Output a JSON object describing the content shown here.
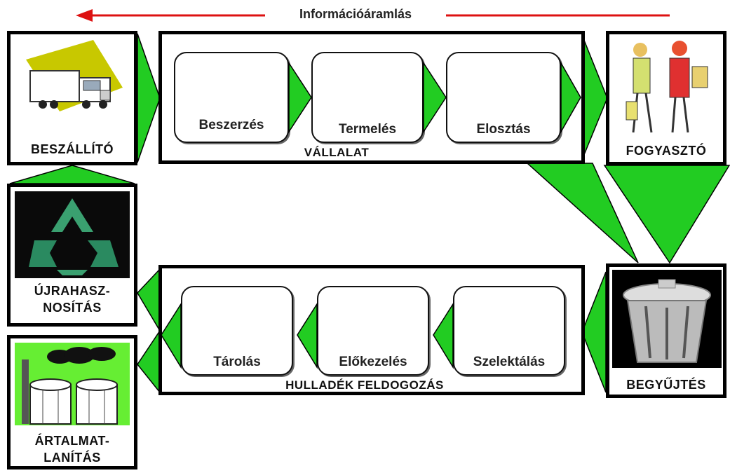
{
  "diagram": {
    "info_flow_label": "Információáramlás",
    "nodes": {
      "supplier": "BESZÁLLÍTÓ",
      "consumer": "FOGYASZTÓ",
      "reuse": "ÚJRAHASZ-\nNOSÍTÁS",
      "disposal": "ÁRTALMAT-\nLANÍTÁS",
      "collection": "BEGYŰJTÉS"
    },
    "company": {
      "title": "VÁLLALAT",
      "steps": [
        "Beszerzés",
        "Termelés",
        "Elosztás"
      ]
    },
    "waste": {
      "title": "HULLADÉK FELDOGOZÁS",
      "steps": [
        "Tárolás",
        "Előkezelés",
        "Szelektálás"
      ]
    },
    "colors": {
      "arrow_green": "#22cc22",
      "info_arrow_red": "#dd1111",
      "disposal_bg": "#66ee33",
      "recycle_bg": "#0a0a0a",
      "bin_bg": "#000000"
    }
  }
}
